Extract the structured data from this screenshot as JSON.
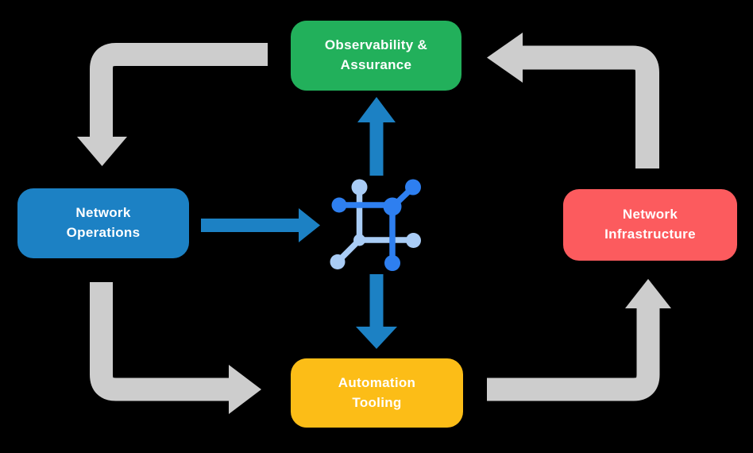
{
  "canvas": {
    "background": "#000000"
  },
  "nodes": {
    "observability": {
      "label": "Observability &\nAssurance",
      "color": "#22B05B",
      "text_color": "#FFFFFF"
    },
    "operations": {
      "label": "Network\nOperations",
      "color": "#1C81C4",
      "text_color": "#FFFFFF"
    },
    "infrastructure": {
      "label": "Network\nInfrastructure",
      "color": "#FC5B5E",
      "text_color": "#FFFFFF"
    },
    "automation": {
      "label": "Automation\nTooling",
      "color": "#FCBD17",
      "text_color": "#FFFFFF"
    }
  },
  "flow_arrows": {
    "color": "#CDCDCD",
    "items": [
      {
        "name": "arrow-observability-to-operations",
        "from": "observability",
        "to": "operations"
      },
      {
        "name": "arrow-infrastructure-to-observability",
        "from": "infrastructure",
        "to": "observability"
      },
      {
        "name": "arrow-operations-to-automation",
        "from": "operations",
        "to": "automation"
      },
      {
        "name": "arrow-automation-to-infrastructure",
        "from": "automation",
        "to": "infrastructure"
      }
    ]
  },
  "center_arrows": {
    "color": "#1C81C4",
    "items": [
      {
        "name": "arrow-operations-to-center",
        "from": "operations",
        "to": "center-icon"
      },
      {
        "name": "arrow-center-to-observability",
        "from": "center-icon",
        "to": "observability"
      },
      {
        "name": "arrow-center-to-automation",
        "from": "center-icon",
        "to": "automation"
      }
    ]
  },
  "center_icon": {
    "name": "network-node-icon",
    "dark_color": "#2E7FF0",
    "light_color": "#A9CCF5"
  }
}
